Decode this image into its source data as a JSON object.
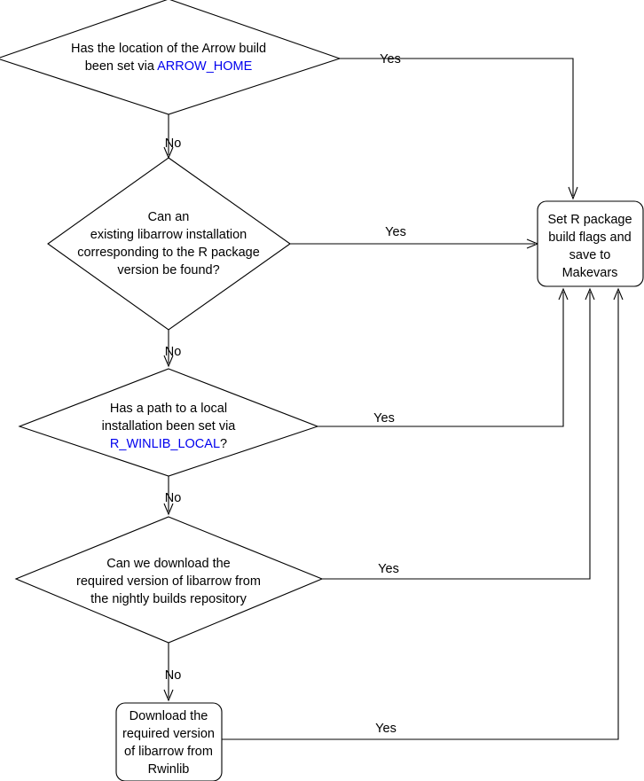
{
  "diagram": {
    "title": "Arrow R package libarrow resolution flowchart",
    "colors": {
      "stroke": "#000000",
      "background": "#ffffff",
      "link": "#0000ee"
    }
  },
  "nodes": {
    "decision_arrow_home": {
      "shape": "diamond",
      "line1": "Has the location of the Arrow build",
      "line2_prefix": "been set via ",
      "line2_link": "ARROW_HOME"
    },
    "decision_existing_libarrow": {
      "shape": "diamond",
      "line1": "Can an",
      "line2": "existing libarrow installation",
      "line3": "corresponding to the R package",
      "line4": "version be found?"
    },
    "decision_local_path": {
      "shape": "diamond",
      "line1": "Has a path to a local",
      "line2": "installation been set via",
      "line3_link": "R_WINLIB_LOCAL",
      "line3_suffix": "?"
    },
    "decision_nightly": {
      "shape": "diamond",
      "line1": "Can we download the",
      "line2": "required version of libarrow from",
      "line3": "the nightly builds repository"
    },
    "process_download_rwinlib": {
      "shape": "rounded-rect",
      "line1": "Download the",
      "line2": "required version",
      "line3": "of libarrow from",
      "line4": "Rwinlib"
    },
    "process_set_flags": {
      "shape": "rounded-rect",
      "line1": "Set R package",
      "line2": "build flags and",
      "line3": "save to",
      "line4": "Makevars"
    }
  },
  "edges": {
    "arrow_home_yes": "Yes",
    "arrow_home_no": "No",
    "existing_libarrow_yes": "Yes",
    "existing_libarrow_no": "No",
    "local_path_yes": "Yes",
    "local_path_no": "No",
    "nightly_yes": "Yes",
    "nightly_no": "No",
    "download_rwinlib_yes": "Yes"
  }
}
